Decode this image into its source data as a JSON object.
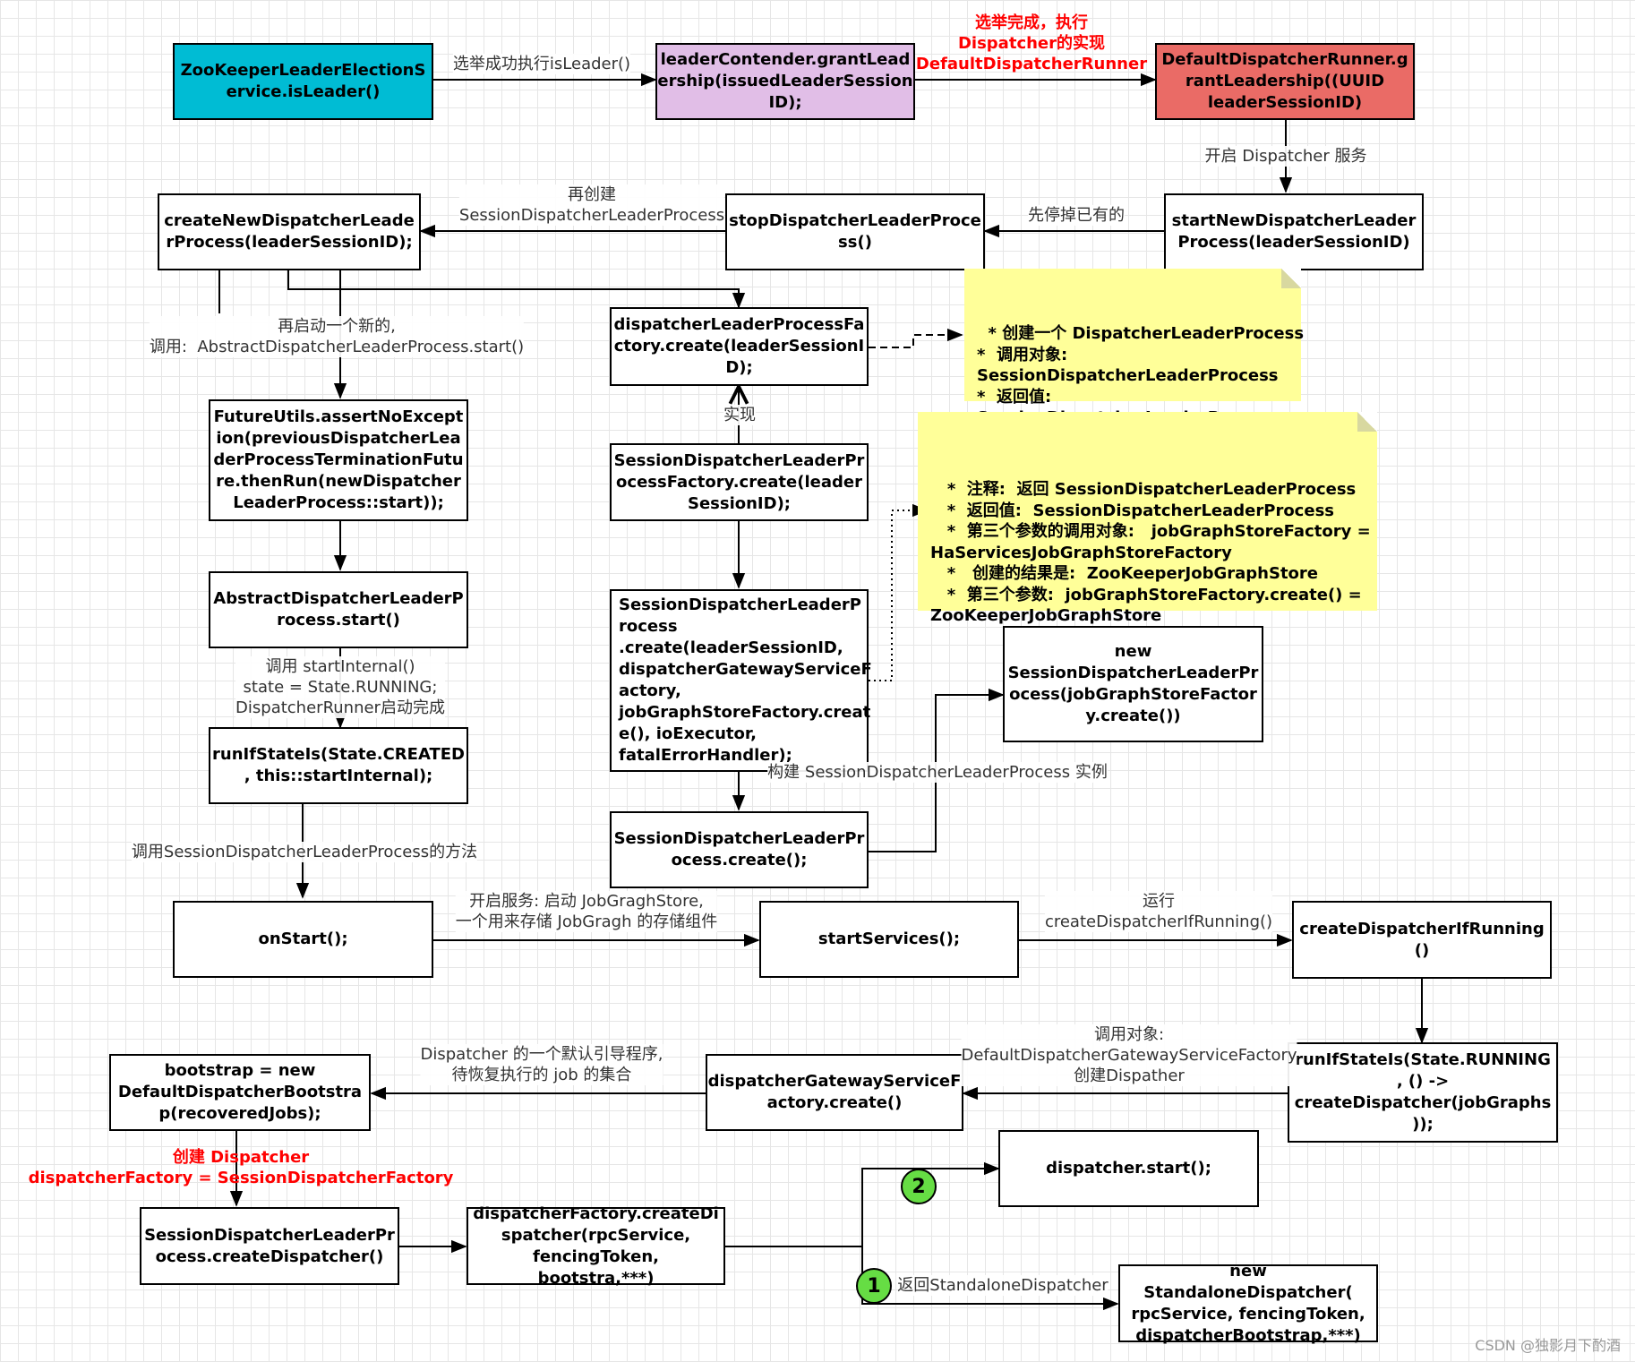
{
  "colors": {
    "cyan": "#00bcd4",
    "purple": "#e1bee7",
    "red_box": "#ea6b66",
    "red_text": "#ff0000",
    "note": "#ffff99",
    "badge_green": "#66dd44"
  },
  "boxes": {
    "zk": "ZooKeeperLeaderElectionS\nervice.isLeader()",
    "grant": "leaderContender.grantLead\nership(issuedLeaderSession\nID);",
    "runner": "DefaultDispatcherRunner.g\nrantLeadership((UUID\nleaderSessionID)",
    "start_new": "startNewDispatcherLeader\nProcess(leaderSessionID)",
    "stop": "stopDispatcherLeaderProce\nss()",
    "create_new": "createNewDispatcherLeade\nrProcess(leaderSessionID);",
    "factory_create": "dispatcherLeaderProcessFa\nctory.create(leaderSessionI\nD);",
    "session_factory": "SessionDispatcherLeaderPr\nocessFactory.create(leader\nSessionID);",
    "session_create_long": "SessionDispatcherLeaderP\nrocess\n.create(leaderSessionID,\ndispatcherGatewayServiceF\nactory,\njobGraphStoreFactory.creat\ne(), ioExecutor,\nfatalErrorHandler);",
    "new_session": "new\nSessionDispatcherLeaderPr\nocess(jobGraphStoreFactor\ny.create())",
    "session_create_short": "SessionDispatcherLeaderPr\nocess.create();",
    "future_utils": "FutureUtils.assertNoExcept\nion(previousDispatcherLea\nderProcessTerminationFutu\nre.thenRun(newDispatcher\nLeaderProcess::start));",
    "abstract_start": "AbstractDispatcherLeaderP\nrocess.start()",
    "run_if_created": "runIfStateIs(State.CREATED\n, this::startInternal);",
    "on_start": "onStart();",
    "start_services": "startServices();",
    "create_if_running": "createDispatcherIfRunning\n()",
    "run_if_running": "runIfStateIs(State.RUNNING\n, () ->\ncreateDispatcher(jobGraphs\n));",
    "gateway_factory": "dispatcherGatewayServiceF\nactory.create()",
    "bootstrap": "bootstrap = new\nDefaultDispatcherBootstra\np(recoveredJobs);",
    "session_create_dispatcher": "SessionDispatcherLeaderPr\nocess.createDispatcher()",
    "factory_create_dispatcher": "dispatcherFactory.createDi\nspatcher(rpcService,\nfencingToken, bootstra,***)",
    "dispatcher_start": "dispatcher.start();",
    "new_standalone": "new StandaloneDispatcher(\nrpcService, fencingToken,\ndispatcherBootstrap,***)"
  },
  "notes": {
    "note1": "* 创建一个 DispatcherLeaderProcess\n*  调用对象:\nSessionDispatcherLeaderProcess\n*  返回值:\nSessionDispatcherLeaderProcess",
    "note2": " *  注释:  返回 SessionDispatcherLeaderProcess\n   *  返回值:  SessionDispatcherLeaderProcess\n   *  第三个参数的调用对象:   jobGraphStoreFactory =\nHaServicesJobGraphStoreFactory\n   *   创建的结果是:  ZooKeeperJobGraphStore\n   *  第三个参数:  jobGraphStoreFactory.create() =\nZooKeeperJobGraphStore"
  },
  "labels": {
    "elect_success": "选举成功执行isLeader()",
    "election_done": "选举完成，执行\nDispatcher的实现\nDefaultDispatcherRunner",
    "start_dispatcher_service": "开启 Dispatcher 服务",
    "stop_existing": "先停掉已有的",
    "recreate": "再创建\nSessionDispatcherLeaderProcess",
    "restart_new": "再启动一个新的,\n调用:  AbstractDispatcherLeaderProcess.start()",
    "implements": "实现",
    "call_start_internal": "调用 startInternal()\nstate = State.RUNNING;\nDispatcherRunner启动完成",
    "build_instance": "构建 SessionDispatcherLeaderProcess 实例",
    "call_method": "调用SessionDispatcherLeaderProcess的方法",
    "start_services_desc": "开启服务: 启动 JobGraghStore,\n一个用来存储 JobGragh 的存储组件",
    "run_create": "运行\ncreateDispatcherIfRunning()",
    "call_object": "调用对象:\nDefaultDispatcherGatewayServiceFactory\n创建Dispather",
    "bootstrap_desc": "Dispatcher 的一个默认引导程序,\n待恢复执行的 job 的集合",
    "create_dispatcher_red": "创建 Dispatcher\ndispatcherFactory = SessionDispatcherFactory",
    "return_standalone": "返回StandaloneDispatcher"
  },
  "badges": {
    "one": "1",
    "two": "2"
  },
  "watermark": "CSDN @独影月下酌酒"
}
